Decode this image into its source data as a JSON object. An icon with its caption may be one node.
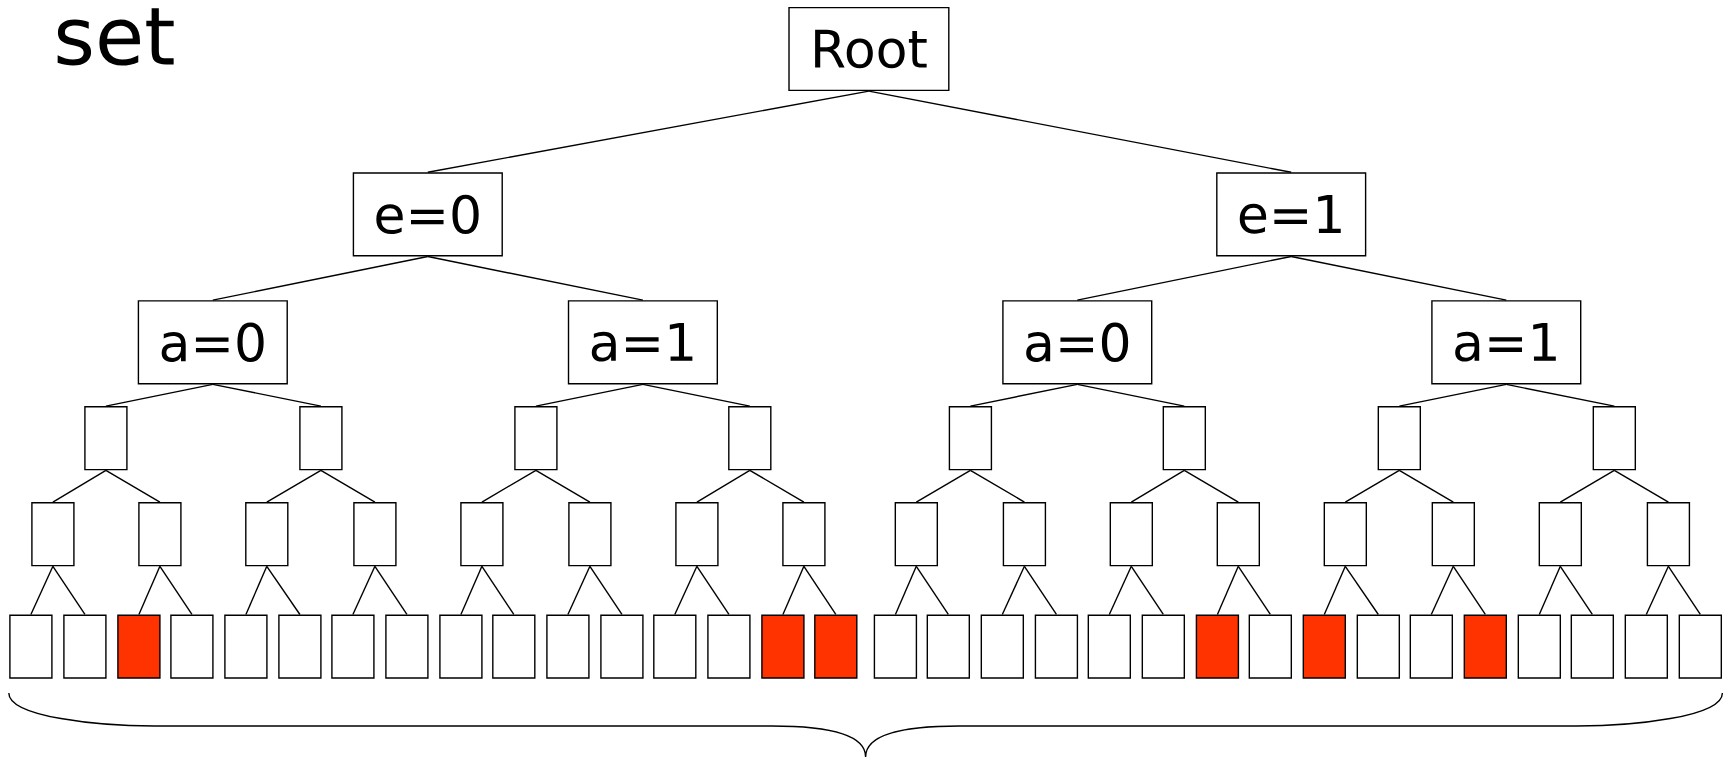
{
  "diagram": {
    "nodes": [
      {
        "text": [
          "Root"
        ]
      },
      {
        "text": [
          "e=0"
        ]
      },
      {
        "text": [
          "e=1"
        ]
      },
      {
        "text": [
          "a=0"
        ]
      },
      {
        "text": [
          "a=1"
        ]
      },
      {
        "text": [
          "a=0"
        ]
      },
      {
        "text": [
          "a=1"
        ]
      },
      {
        "text": [],
        "shape": "box"
      },
      {
        "text": [],
        "shape": "box"
      },
      {
        "text": [],
        "shape": "box"
      },
      {
        "text": [],
        "shape": "box"
      },
      {
        "text": [],
        "shape": "box"
      },
      {
        "text": [],
        "shape": "box"
      },
      {
        "text": [],
        "shape": "box"
      },
      {
        "text": [],
        "shape": "box"
      },
      {
        "text": [],
        "shape": "box"
      },
      {
        "text": [],
        "shape": "box"
      },
      {
        "text": [],
        "shape": "box"
      },
      {
        "text": [],
        "shape": "box"
      },
      {
        "text": [],
        "shape": "box"
      },
      {
        "text": [],
        "shape": "box"
      },
      {
        "text": [],
        "shape": "box"
      },
      {
        "text": [],
        "shape": "box"
      },
      {
        "text": [],
        "shape": "box"
      },
      {
        "text": [],
        "shape": "box"
      },
      {
        "text": [],
        "shape": "box"
      },
      {
        "text": [],
        "shape": "box"
      },
      {
        "text": [],
        "shape": "box"
      },
      {
        "text": [],
        "shape": "box"
      },
      {
        "text": [],
        "shape": "box"
      },
      {
        "text": [],
        "shape": "box"
      },
      {
        "text": [],
        "shape": "box"
      },
      {
        "text": [],
        "shape": "box"
      },
      {
        "text": [],
        "shape": "box"
      },
      {
        "text": [],
        "shape": "box"
      },
      {
        "text": [],
        "shape": "box"
      },
      {
        "text": [],
        "shape": "box"
      },
      {
        "text": [],
        "shape": "box"
      },
      {
        "text": [],
        "shape": "box"
      },
      {
        "text": [],
        "shape": "box"
      },
      {
        "text": [],
        "shape": "box"
      },
      {
        "text": [],
        "shape": "box"
      },
      {
        "text": [],
        "shape": "box"
      },
      {
        "text": [],
        "shape": "box"
      },
      {
        "text": [],
        "shape": "box"
      },
      {
        "text": [],
        "shape": "box"
      },
      {
        "text": [],
        "shape": "box"
      },
      {
        "text": [],
        "shape": "box"
      },
      {
        "text": [],
        "shape": "box"
      },
      {
        "text": [],
        "shape": "box"
      },
      {
        "text": [],
        "shape": "box"
      },
      {
        "text": [],
        "shape": "box"
      },
      {
        "text": [],
        "shape": "box"
      },
      {
        "text": [],
        "shape": "box"
      },
      {
        "text": [],
        "shape": "box"
      },
      {
        "text": [],
        "shape": "box"
      },
      {
        "text": [],
        "shape": "box"
      },
      {
        "text": [],
        "shape": "box"
      },
      {
        "text": [],
        "shape": "box"
      },
      {
        "text": [],
        "shape": "box"
      },
      {
        "text": [],
        "shape": "box"
      },
      {
        "text": [],
        "shape": "box"
      },
      {
        "text": [],
        "shape": "box"
      }
    ],
    "edges": [
      {
        "from": 0,
        "to": 1,
        "arrow": "none"
      },
      {
        "from": 0,
        "to": 2,
        "arrow": "none"
      },
      {
        "from": 1,
        "to": 3,
        "arrow": "none"
      },
      {
        "from": 1,
        "to": 4,
        "arrow": "none"
      },
      {
        "from": 2,
        "to": 5,
        "arrow": "none"
      },
      {
        "from": 2,
        "to": 6,
        "arrow": "none"
      },
      {
        "from": 3,
        "to": 7,
        "arrow": "none"
      },
      {
        "from": 3,
        "to": 8,
        "arrow": "none"
      },
      {
        "from": 4,
        "to": 9,
        "arrow": "none"
      },
      {
        "from": 4,
        "to": 10,
        "arrow": "none"
      },
      {
        "from": 5,
        "to": 11,
        "arrow": "none"
      },
      {
        "from": 5,
        "to": 12,
        "arrow": "none"
      },
      {
        "from": 6,
        "to": 13,
        "arrow": "none"
      },
      {
        "from": 6,
        "to": 14,
        "arrow": "none"
      },
      {
        "from": 7,
        "to": 15,
        "arrow": "none"
      },
      {
        "from": 7,
        "to": 16,
        "arrow": "none"
      },
      {
        "from": 8,
        "to": 17,
        "arrow": "none"
      },
      {
        "from": 8,
        "to": 18,
        "arrow": "none"
      },
      {
        "from": 9,
        "to": 19,
        "arrow": "none"
      },
      {
        "from": 9,
        "to": 20,
        "arrow": "none"
      },
      {
        "from": 10,
        "to": 21,
        "arrow": "none"
      },
      {
        "from": 10,
        "to": 22,
        "arrow": "none"
      },
      {
        "from": 11,
        "to": 23,
        "arrow": "none"
      },
      {
        "from": 11,
        "to": 24,
        "arrow": "none"
      },
      {
        "from": 12,
        "to": 25,
        "arrow": "none"
      },
      {
        "from": 12,
        "to": 26,
        "arrow": "none"
      },
      {
        "from": 13,
        "to": 27,
        "arrow": "none"
      },
      {
        "from": 13,
        "to": 28,
        "arrow": "none"
      },
      {
        "from": 14,
        "to": 29,
        "arrow": "none"
      },
      {
        "from": 14,
        "to": 30,
        "arrow": "none"
      },
      {
        "from": 15,
        "to": 31,
        "arrow": "none"
      },
      {
        "from": 15,
        "to": 32,
        "arrow": "none"
      },
      {
        "from": 16,
        "to": 33,
        "arrow": "none"
      },
      {
        "from": 16,
        "to": 34,
        "arrow": "none"
      },
      {
        "from": 17,
        "to": 35,
        "arrow": "none"
      },
      {
        "from": 17,
        "to": 36,
        "arrow": "none"
      },
      {
        "from": 18,
        "to": 37,
        "arrow": "none"
      },
      {
        "from": 18,
        "to": 38,
        "arrow": "none"
      },
      {
        "from": 19,
        "to": 39,
        "arrow": "none"
      },
      {
        "from": 19,
        "to": 40,
        "arrow": "none"
      },
      {
        "from": 20,
        "to": 41,
        "arrow": "none"
      },
      {
        "from": 20,
        "to": 42,
        "arrow": "none"
      },
      {
        "from": 21,
        "to": 43,
        "arrow": "none"
      },
      {
        "from": 21,
        "to": 44,
        "arrow": "none"
      },
      {
        "from": 22,
        "to": 45,
        "arrow": "none"
      },
      {
        "from": 22,
        "to": 46,
        "arrow": "none"
      },
      {
        "from": 23,
        "to": 47,
        "arrow": "none"
      },
      {
        "from": 23,
        "to": 48,
        "arrow": "none"
      },
      {
        "from": 24,
        "to": 49,
        "arrow": "none"
      },
      {
        "from": 24,
        "to": 50,
        "arrow": "none"
      },
      {
        "from": 25,
        "to": 51,
        "arrow": "none"
      },
      {
        "from": 25,
        "to": 52,
        "arrow": "none"
      },
      {
        "from": 26,
        "to": 53,
        "arrow": "none"
      },
      {
        "from": 26,
        "to": 54,
        "arrow": "none"
      },
      {
        "from": 27,
        "to": 55,
        "arrow": "none"
      },
      {
        "from": 27,
        "to": 56,
        "arrow": "none"
      },
      {
        "from": 28,
        "to": 57,
        "arrow": "none"
      },
      {
        "from": 28,
        "to": 58,
        "arrow": "none"
      },
      {
        "from": 29,
        "to": 59,
        "arrow": "none"
      },
      {
        "from": 29,
        "to": 60,
        "arrow": "none"
      },
      {
        "from": 30,
        "to": 61,
        "arrow": "none"
      },
      {
        "from": 30,
        "to": 62,
        "arrow": "none"
      }
    ],
    "labels": [
      "set"
    ]
  }
}
